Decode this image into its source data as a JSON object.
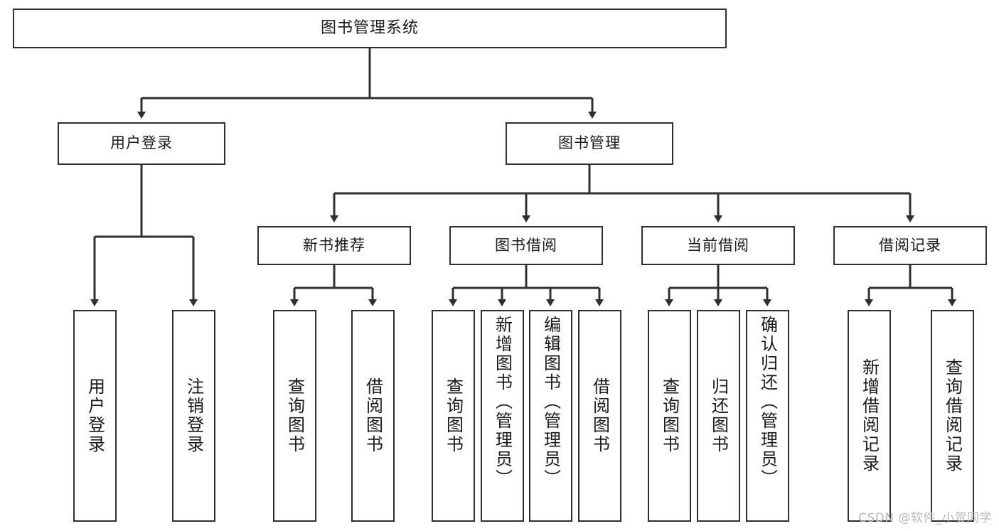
{
  "diagram": {
    "type": "tree",
    "title": "图书管理系统",
    "orientation": "top-down",
    "background_color": "#ffffff",
    "box_border_color": "#2f2f2f",
    "connector_color": "#2f2f2f",
    "text_color": "#1a1a1a"
  },
  "root": {
    "label": "图书管理系统"
  },
  "level2": [
    {
      "label": "用户登录"
    },
    {
      "label": "图书管理"
    }
  ],
  "level3": [
    {
      "label": "新书推荐"
    },
    {
      "label": "图书借阅"
    },
    {
      "label": "当前借阅"
    },
    {
      "label": "借阅记录"
    }
  ],
  "leaves": {
    "user_login": [
      {
        "label": "用户登录"
      },
      {
        "label": "注销登录"
      }
    ],
    "new_book_recommend": [
      {
        "label": "查询图书"
      },
      {
        "label": "借阅图书"
      }
    ],
    "book_borrow": [
      {
        "label": "查询图书"
      },
      {
        "label": "新增图书（管理员）"
      },
      {
        "label": "编辑图书（管理员）"
      },
      {
        "label": "借阅图书"
      }
    ],
    "current_borrow": [
      {
        "label": "查询图书"
      },
      {
        "label": "归还图书"
      },
      {
        "label": "确认归还（管理员）"
      }
    ],
    "borrow_record": [
      {
        "label": "新增借阅记录"
      },
      {
        "label": "查询借阅记录"
      }
    ]
  },
  "watermark": {
    "text": "CSDN @软件_小贺同学",
    "color": "#b9b9b9"
  }
}
